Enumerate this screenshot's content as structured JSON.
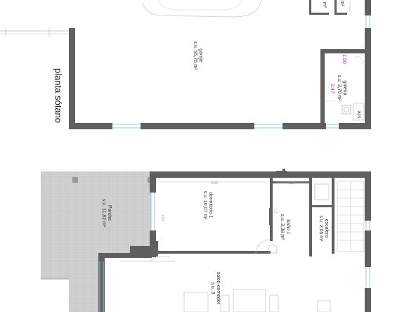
{
  "labels": {
    "planta_sotano": "planta sótano",
    "garaje": {
      "name": "garaje",
      "area": "s.u. 55,75 m²"
    },
    "galeria": {
      "name": "galeria",
      "area": "s.u. 3,70 m²"
    },
    "acs": "acs",
    "dim_150": "1.50",
    "dim_247": "2.47",
    "top_cut_a": "m²",
    "top_cut_b": "m²",
    "porche": {
      "name": "Porche",
      "area": "s.u. 11,82 m²"
    },
    "dormitorio": {
      "name": "dormitorio 1",
      "area": "s.u. 10,07 m²"
    },
    "bano": {
      "name": "baño 1",
      "area": "s.u. 3,38 m²"
    },
    "escalera": {
      "name": "escalera",
      "area": "s.u. 2,05 m²"
    },
    "salon": {
      "name": "salón-comedor",
      "area": "s.u. 3"
    },
    "dim_356": "3.56",
    "dim_110": "1.10",
    "dim_260": "2.60"
  },
  "colors": {
    "wall": "#5f5f5f",
    "porch_fill": "#cfcfcf",
    "window": "#9ecbe0",
    "annotation": "#d21ed2"
  }
}
